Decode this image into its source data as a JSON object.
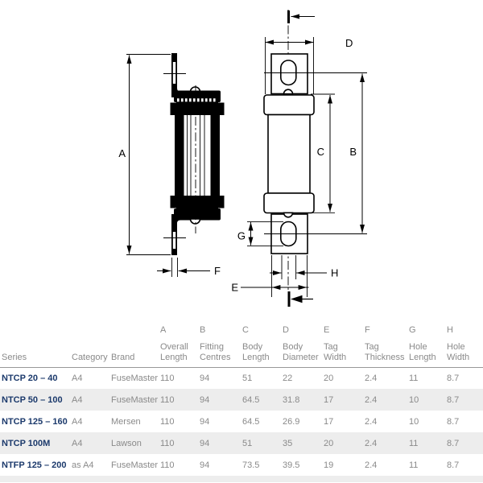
{
  "diagram": {
    "labels": {
      "a": "A",
      "b": "B",
      "c": "C",
      "d": "D",
      "e": "E",
      "f": "F",
      "g": "G",
      "h": "H"
    }
  },
  "table": {
    "headers": [
      {
        "letter": "",
        "l1": "",
        "l2": "Series"
      },
      {
        "letter": "",
        "l1": "",
        "l2": "Category"
      },
      {
        "letter": "",
        "l1": "",
        "l2": "Brand"
      },
      {
        "letter": "A",
        "l1": "Overall",
        "l2": "Length"
      },
      {
        "letter": "B",
        "l1": "Fitting",
        "l2": "Centres"
      },
      {
        "letter": "C",
        "l1": "Body",
        "l2": "Length"
      },
      {
        "letter": "D",
        "l1": "Body",
        "l2": "Diameter"
      },
      {
        "letter": "E",
        "l1": "Tag",
        "l2": "Width"
      },
      {
        "letter": "F",
        "l1": "Tag",
        "l2": "Thickness"
      },
      {
        "letter": "G",
        "l1": "Hole",
        "l2": "Length"
      },
      {
        "letter": "H",
        "l1": "Hole",
        "l2": "Width"
      }
    ],
    "rows": [
      {
        "series": "NTCP 20 – 40",
        "category": "A4",
        "brand": "FuseMaster",
        "a": "110",
        "b": "94",
        "c": "51",
        "d": "22",
        "e": "20",
        "f": "2.4",
        "g": "11",
        "h": "8.7"
      },
      {
        "series": "NTCP 50 – 100",
        "category": "A4",
        "brand": "FuseMaster",
        "a": "110",
        "b": "94",
        "c": "64.5",
        "d": "31.8",
        "e": "17",
        "f": "2.4",
        "g": "10",
        "h": "8.7"
      },
      {
        "series": "NTCP 125 – 160",
        "category": "A4",
        "brand": "Mersen",
        "a": "110",
        "b": "94",
        "c": "64.5",
        "d": "26.9",
        "e": "17",
        "f": "2.4",
        "g": "10",
        "h": "8.7"
      },
      {
        "series": "NTCP 100M",
        "category": "A4",
        "brand": "Lawson",
        "a": "110",
        "b": "94",
        "c": "51",
        "d": "35",
        "e": "20",
        "f": "2.4",
        "g": "11",
        "h": "8.7"
      },
      {
        "series": "NTFP 125 – 200",
        "category": "as A4",
        "brand": "FuseMaster",
        "a": "110",
        "b": "94",
        "c": "73.5",
        "d": "39.5",
        "e": "19",
        "f": "2.4",
        "g": "11",
        "h": "8.7"
      }
    ]
  },
  "colors": {
    "series_text": "#1c3a6c",
    "table_text": "#8a8a8a",
    "row_alt_bg": "#ededed",
    "header_border": "#999999",
    "diagram_line": "#000000"
  }
}
